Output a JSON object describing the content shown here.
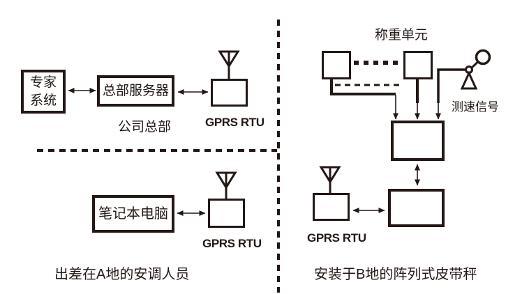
{
  "colors": {
    "ink": "#231815",
    "background": "#ffffff"
  },
  "hq": {
    "expert_system_line1": "专家",
    "expert_system_line2": "系统",
    "server": "总部服务器",
    "caption": "公司总部",
    "rtu_label": "GPRS RTU"
  },
  "field": {
    "laptop": "笔记本电脑",
    "rtu_label": "GPRS RTU",
    "caption": "出差在A地的安调人员"
  },
  "site": {
    "weighing_unit": "称重单元",
    "speed_signal": "测速信号",
    "rtu_label": "GPRS RTU",
    "caption": "安装于B地的阵列式皮带秤"
  }
}
